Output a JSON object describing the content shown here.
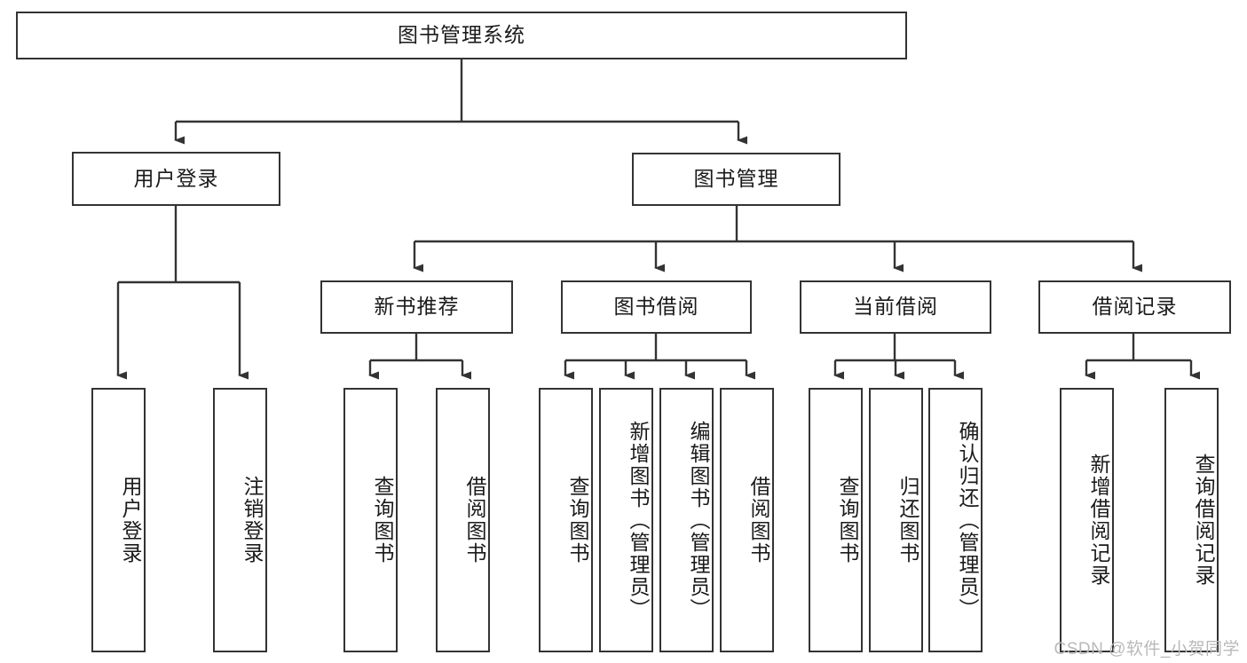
{
  "diagram": {
    "title_node": {
      "label": "图书管理系统"
    },
    "level2": [
      {
        "label": "用户登录"
      },
      {
        "label": "图书管理"
      }
    ],
    "level3": [
      {
        "label": "新书推荐"
      },
      {
        "label": "图书借阅"
      },
      {
        "label": "当前借阅"
      },
      {
        "label": "借阅记录"
      }
    ],
    "leaves": [
      {
        "label": "用户登录"
      },
      {
        "label": "注销登录"
      },
      {
        "label": "查询图书"
      },
      {
        "label": "借阅图书"
      },
      {
        "label": "查询图书"
      },
      {
        "label": "新增图书（管理员）"
      },
      {
        "label": "编辑图书（管理员）"
      },
      {
        "label": "借阅图书"
      },
      {
        "label": "查询图书"
      },
      {
        "label": "归还图书"
      },
      {
        "label": "确认归还（管理员）"
      },
      {
        "label": "新增借阅记录"
      },
      {
        "label": "查询借阅记录"
      }
    ]
  },
  "watermark": {
    "text": "CSDN @软件_小贺同学"
  },
  "colors": {
    "stroke": "#333333",
    "text": "#1a1a1a",
    "background": "#ffffff",
    "watermark": "#b9b9b9"
  }
}
